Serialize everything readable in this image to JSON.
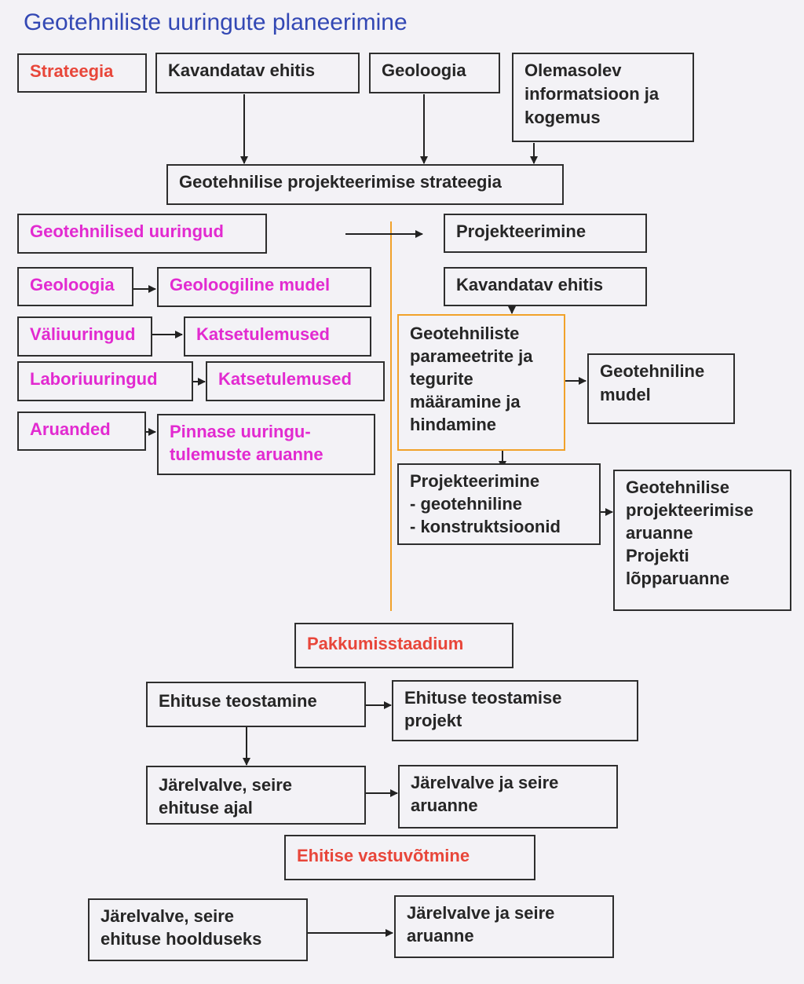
{
  "title": "Geotehniliste uuringute planeerimine",
  "colors": {
    "title": "#3348b4",
    "stage_label": "#e8463a",
    "investigation_label": "#e22ad0",
    "divider": "#f1a22a",
    "box_border": "#2e2e2e",
    "text": "#262626"
  },
  "top_row": {
    "strategy": "Strateegia",
    "planned_structure": "Kavandatav ehitis",
    "geology": "Geoloogia",
    "existing_info": "Olemasolev\ninformatsioon ja\nkogemus"
  },
  "design_strategy": "Geotehnilise projekteerimise strateegia",
  "investigations": {
    "header": "Geotehnilised uuringud",
    "rows": [
      {
        "label": "Geoloogia",
        "result": "Geoloogiline mudel"
      },
      {
        "label": "Väliuuringud",
        "result": "Katsetulemused"
      },
      {
        "label": "Laboriuuringud",
        "result": "Katsetulemused"
      },
      {
        "label": "Aruanded",
        "result": "Pinnase uuringu-\ntulemuste aruanne"
      }
    ]
  },
  "design": {
    "header": "Projekteerimine",
    "planned_structure": "Kavandatav ehitis",
    "parameters": "Geotehniliste\nparameetrite ja\ntegurite\nmääramine ja\nhindamine",
    "geotech_model": "Geotehniline\nmudel",
    "design_work": "Projekteerimine\n - geotehniline\n - konstruktsioonid",
    "design_report": "Geotehnilise\nprojekteerimise\naruanne\nProjekti\nlõpparuanne"
  },
  "tender_stage": "Pakkumisstaadium",
  "construction": {
    "execution": "Ehituse teostamine",
    "execution_project": "Ehituse teostamise\nprojekt",
    "supervision": "Järelvalve, seire\nehituse ajal",
    "supervision_report": "Järelvalve ja seire\naruanne"
  },
  "acceptance_stage": "Ehitise vastuvõtmine",
  "maintenance": {
    "supervision": "Järelvalve, seire\nehituse hoolduseks",
    "supervision_report": "Järelvalve ja seire\naruanne"
  }
}
